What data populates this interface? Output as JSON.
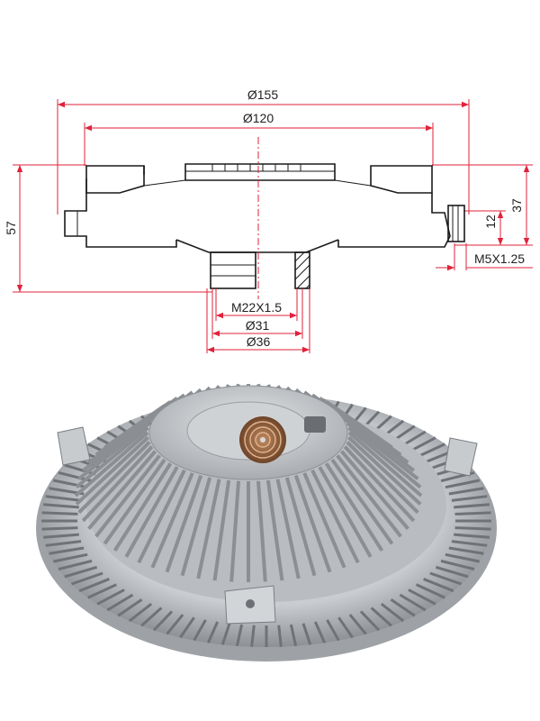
{
  "dimensions": {
    "outer_diameter": "Ø155",
    "flange_diameter": "Ø120",
    "total_height": "57",
    "flange_height": "37",
    "stud_offset": "12",
    "stud_thread": "M5X1.25",
    "hub_thread": "M22X1.5",
    "hub_diameter_small": "Ø31",
    "hub_diameter_large": "Ø36"
  },
  "colors": {
    "dimension_line": "#e0223a",
    "outline": "#1a1a1a",
    "metal_light": "#d9dbdd",
    "metal_dark": "#8d9195",
    "spring": "#8a5a3a"
  }
}
